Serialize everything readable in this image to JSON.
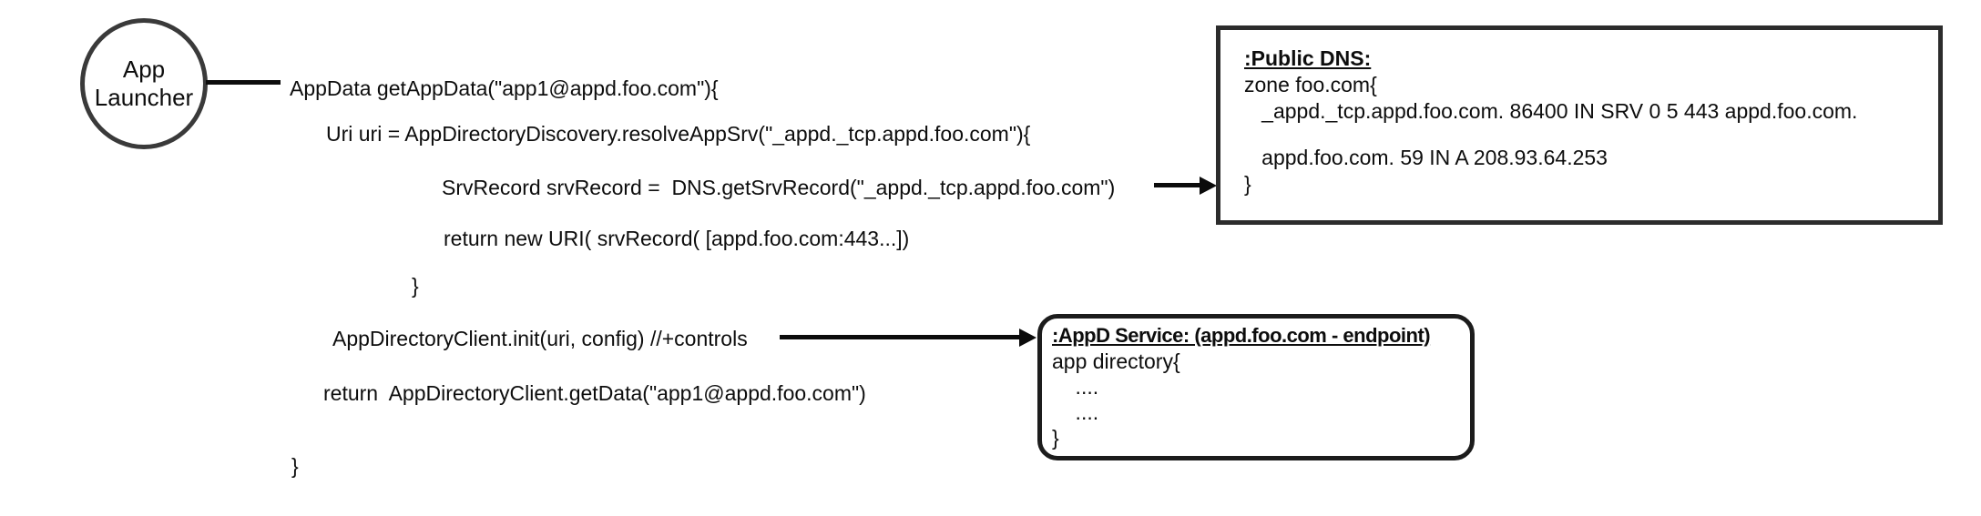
{
  "colors": {
    "background": "#ffffff",
    "ink": "#0d0d0d",
    "node_border": "#3a3a3a",
    "box_border": "#2c2c2c",
    "arrow": "#0b0b0b"
  },
  "actor": {
    "label": "App\nLauncher"
  },
  "code": {
    "lines": [
      "AppData getAppData(\"app1@appd.foo.com\"){",
      "Uri uri = AppDirectoryDiscovery.resolveAppSrv(\"_appd._tcp.appd.foo.com\"){",
      "SrvRecord srvRecord =  DNS.getSrvRecord(\"_appd._tcp.appd.foo.com\")",
      "return new URI( srvRecord( [appd.foo.com:443...])",
      "}",
      "AppDirectoryClient.init(uri, config) //+controls",
      "return  AppDirectoryClient.getData(\"app1@appd.foo.com\")",
      "}"
    ]
  },
  "dns_box": {
    "title": ":Public DNS:",
    "zone_line": "zone foo.com{",
    "srv_record": "   _appd._tcp.appd.foo.com. 86400 IN SRV 0 5 443 appd.foo.com.",
    "a_record": "   appd.foo.com. 59 IN A 208.93.64.253",
    "closing_brace": "}"
  },
  "appd_box": {
    "title": ":AppD Service: (appd.foo.com - endpoint)",
    "header_line": "app directory{",
    "dots_1": "    ....",
    "dots_2": "    ....",
    "closing_brace": "}"
  }
}
